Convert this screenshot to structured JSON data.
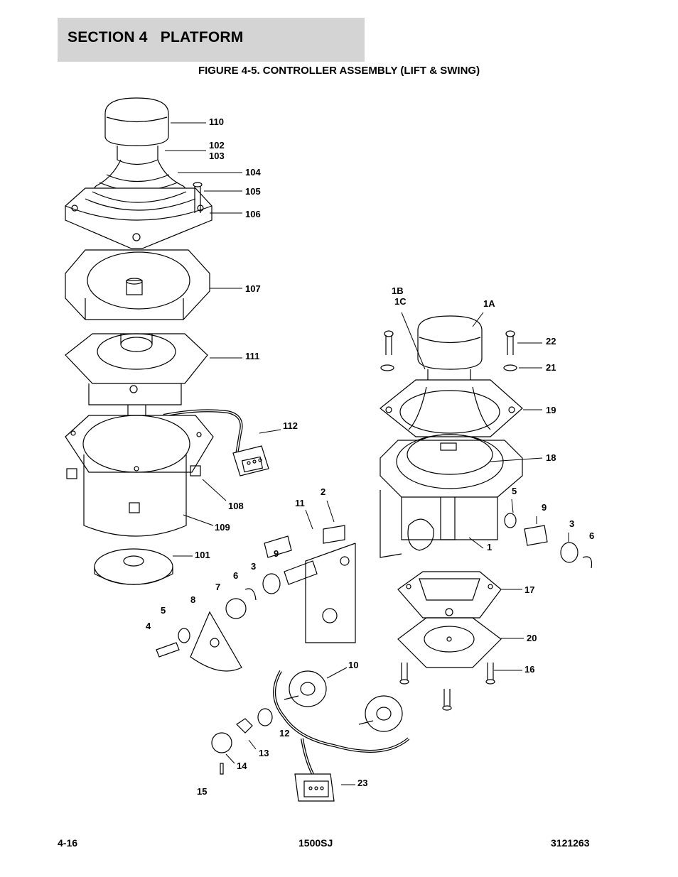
{
  "header": {
    "section_title": "SECTION 4   PLATFORM"
  },
  "figure": {
    "title": "FIGURE 4-5. CONTROLLER ASSEMBLY (LIFT & SWING)"
  },
  "callouts": {
    "c110": "110",
    "c102": "102",
    "c103": "103",
    "c104": "104",
    "c105": "105",
    "c106": "106",
    "c107": "107",
    "c111": "111",
    "c112": "112",
    "c108": "108",
    "c109": "109",
    "c101": "101",
    "c1B": "1B",
    "c1C": "1C",
    "c1A": "1A",
    "c22": "22",
    "c21": "21",
    "c19": "19",
    "c18": "18",
    "c2": "2",
    "c11": "11",
    "c5a": "5",
    "c9a": "9",
    "c3a": "3",
    "c6a": "6",
    "c1": "1",
    "c9b": "9",
    "c3b": "3",
    "c6b": "6",
    "c7": "7",
    "c8": "8",
    "c5b": "5",
    "c4": "4",
    "c17": "17",
    "c20": "20",
    "c16": "16",
    "c10": "10",
    "c12": "12",
    "c13": "13",
    "c14": "14",
    "c15": "15",
    "c23": "23"
  },
  "footer": {
    "page_number": "4-16",
    "model": "1500SJ",
    "doc_number": "3121263"
  }
}
